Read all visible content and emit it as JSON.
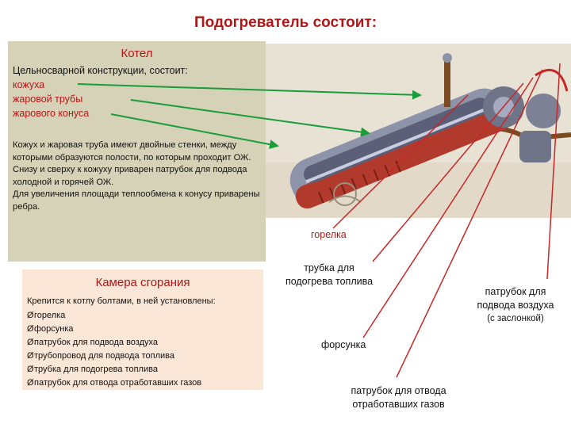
{
  "title": "Подогреватель состоит:",
  "boiler": {
    "heading": "Котел",
    "lead": "Цельносварной конструкции, состоит:",
    "parts": [
      "кожуха",
      "жаровой трубы",
      "жарового конуса"
    ],
    "description": "Кожух и жаровая труба имеют двойные стенки, между которыми образуются полости, по которым проходит ОЖ.\n Снизу и сверху к кожуху приварен патрубок для подвода холодной и горячей ОЖ.\n Для увеличения площади теплообмена к конусу приварены ребра."
  },
  "chamber": {
    "heading": "Камера сгорания",
    "intro": "Крепится к котлу болтами, в ней установлены:",
    "bullet_mark": "Ø",
    "items": [
      "горелка",
      "форсунка",
      "патрубок для подвода воздуха",
      "трубопровод  для подвода топлива",
      "трубка для подогрева топлива",
      "патрубок для отвода отработавших газов"
    ]
  },
  "labels": {
    "burner": "горелка",
    "fuel_tube_1": "трубка для",
    "fuel_tube_2": "подогрева топлива",
    "nozzle": "форсунка",
    "air_pipe_1": "патрубок для",
    "air_pipe_2": "подвода воздуха",
    "air_pipe_3": "(с заслонкой)",
    "exhaust_1": "патрубок для отвода",
    "exhaust_2": "отработавших газов"
  },
  "colors": {
    "accent": "#b01818",
    "boiler_box": "#d6d2b7",
    "chamber_box": "#fbe7d7",
    "pointer_green": "#1a9c3a",
    "pointer_red": "#c62828"
  },
  "illustration": "heater cutaway drawing"
}
